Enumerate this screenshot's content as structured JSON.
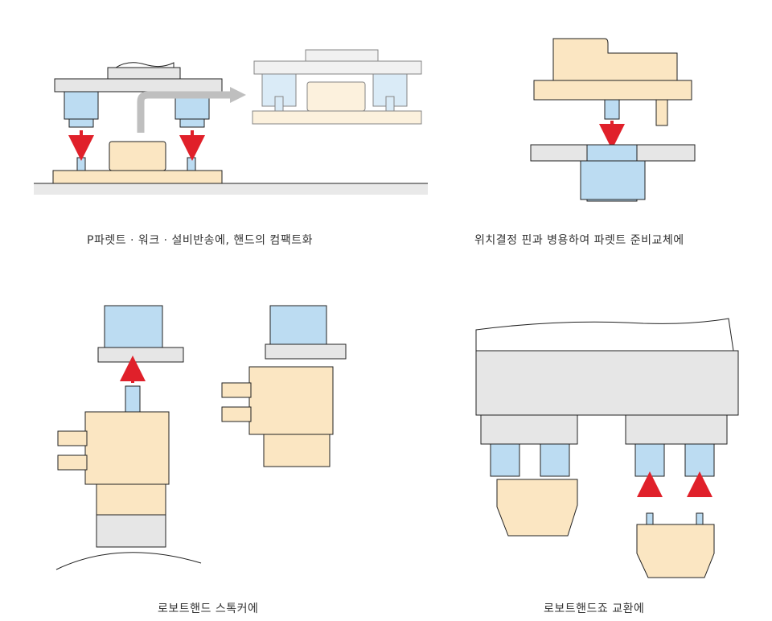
{
  "captions": {
    "top_left": "P파렛트 · 워크 · 설비반송에, 핸드의 컴팩트화",
    "top_right": "위치결정 핀과 병용하여 파렛트 준비교체에",
    "bottom_left": "로보트핸드 스톡커에",
    "bottom_right": "로보트핸드죠 교환에"
  },
  "colors": {
    "tan": "#fbe6c2",
    "tan_light": "#fdf3e0",
    "blue": "#bcdcf2",
    "blue_light": "#e2f0fa",
    "grey": "#e6e6e6",
    "grey_dark": "#bfbfbf",
    "arrow_red": "#e0202a",
    "line": "#222222"
  }
}
